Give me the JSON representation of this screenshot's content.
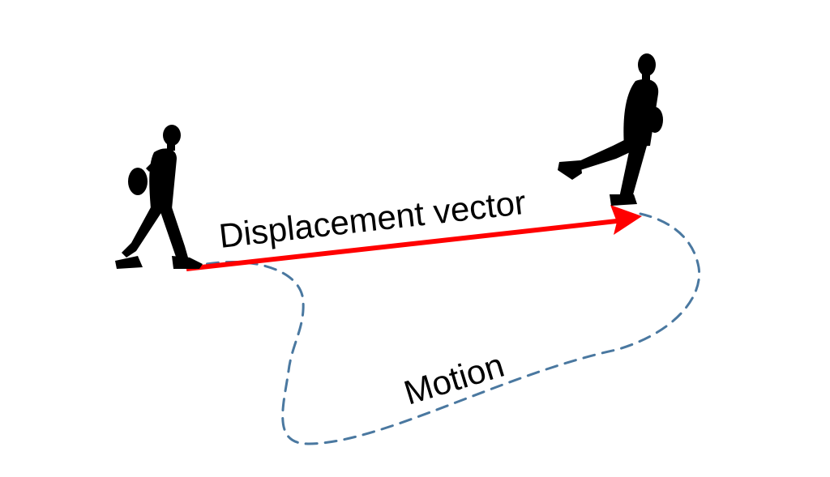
{
  "labels": {
    "displacement": "Displacement vector",
    "motion": "Motion"
  },
  "colors": {
    "displacement_arrow": "#ff0000",
    "motion_path": "#4a78a0",
    "silhouette": "#000000",
    "background": "#ffffff"
  },
  "figures": [
    {
      "name": "walker-start",
      "icon": "walking-person-icon"
    },
    {
      "name": "walker-end",
      "icon": "walking-person-icon"
    }
  ]
}
